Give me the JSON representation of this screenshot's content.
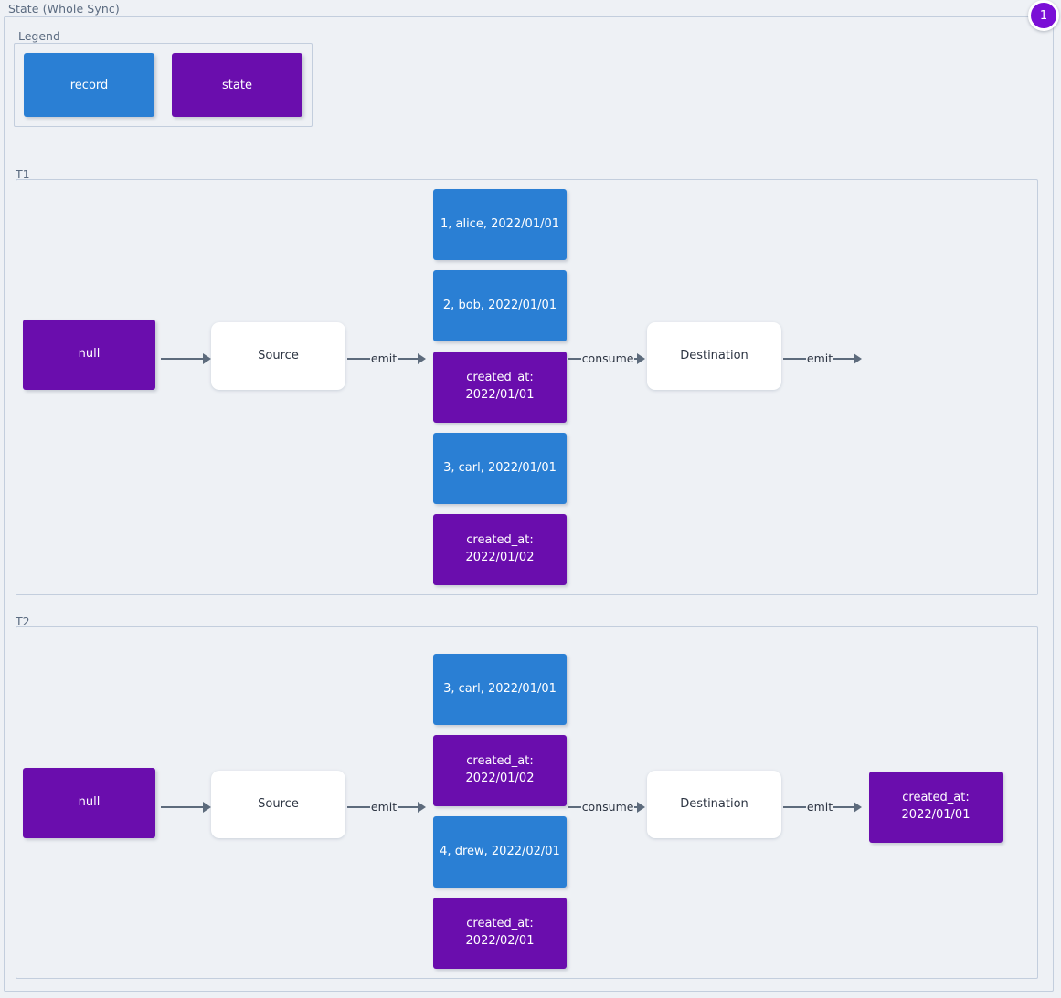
{
  "title": "State (Whole Sync)",
  "badge": {
    "label": "1",
    "color": "#7a0fd6"
  },
  "colors": {
    "record": "#2a7fd4",
    "state": "#6a0dad",
    "node": "#ffffff",
    "edge": "#5d6b7c",
    "frame": "#c3cedd",
    "background": "#eef1f5"
  },
  "legend": {
    "title": "Legend",
    "items": [
      {
        "label": "record",
        "type": "record"
      },
      {
        "label": "state",
        "type": "state"
      }
    ]
  },
  "sections": [
    {
      "title": "T1",
      "initial_state": "null",
      "source": "Source",
      "destination": "Destination",
      "edges": {
        "state_to_source": "",
        "emit": "emit",
        "consume": "consume",
        "dest_emit": "emit"
      },
      "stream": [
        {
          "type": "record",
          "label": "1, alice, 2022/01/01"
        },
        {
          "type": "record",
          "label": "2, bob, 2022/01/01"
        },
        {
          "type": "state",
          "label": "created_at:\n2022/01/01"
        },
        {
          "type": "record",
          "label": "3, carl, 2022/01/01"
        },
        {
          "type": "state",
          "label": "created_at:\n2022/01/02"
        }
      ],
      "output": null
    },
    {
      "title": "T2",
      "initial_state": "null",
      "source": "Source",
      "destination": "Destination",
      "edges": {
        "state_to_source": "",
        "emit": "emit",
        "consume": "consume",
        "dest_emit": "emit"
      },
      "stream": [
        {
          "type": "record",
          "label": "3, carl, 2022/01/01"
        },
        {
          "type": "state",
          "label": "created_at:\n2022/01/02"
        },
        {
          "type": "record",
          "label": "4, drew, 2022/02/01"
        },
        {
          "type": "state",
          "label": "created_at:\n2022/02/01"
        }
      ],
      "output": {
        "type": "state",
        "label": "created_at:\n2022/01/01"
      }
    }
  ]
}
